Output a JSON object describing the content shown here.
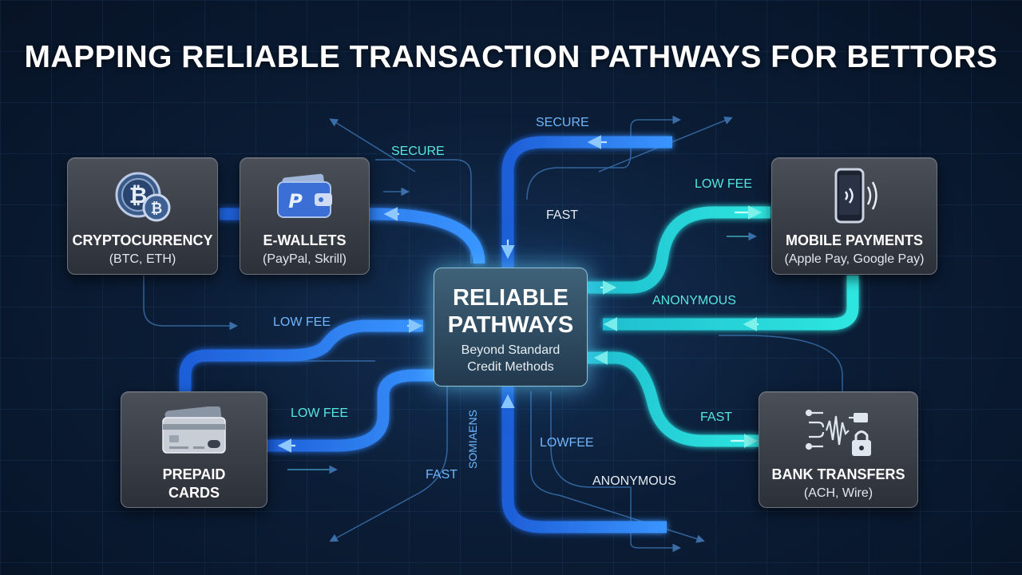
{
  "title": "MAPPING RELIABLE TRANSACTION PATHWAYS FOR BETTORS",
  "center": {
    "line1": "RELIABLE",
    "line2": "PATHWAYS",
    "line3": "Beyond Standard",
    "line4": "Credit Methods"
  },
  "methods": [
    {
      "id": "crypto",
      "name": "CRYPTOCURRENCY",
      "detail": "(BTC, ETH)",
      "icon": "bitcoin-coins-icon"
    },
    {
      "id": "ewallets",
      "name": "E-WALLETS",
      "detail": "(PayPal, Skrill)",
      "icon": "wallet-paypal-icon"
    },
    {
      "id": "mobile",
      "name": "MOBILE PAYMENTS",
      "detail": "(Apple Pay, Google Pay)",
      "icon": "smartphone-contactless-icon"
    },
    {
      "id": "prepaid",
      "name_line1": "PREPAID",
      "name_line2": "CARDS",
      "icon": "prepaid-cards-icon"
    },
    {
      "id": "bank",
      "name": "BANK TRANSFERS",
      "detail": "(ACH, Wire)",
      "icon": "bank-network-lock-icon"
    }
  ],
  "labels": {
    "secure_top": "SECURE",
    "secure_left": "SECURE",
    "fast_top": "FAST",
    "low_fee_right": "LOW FEE",
    "anonymous_right": "ANONYMOUS",
    "low_fee_left": "LOW FEE",
    "low_fee_bottom_left": "LOW FEE",
    "fast_bottom_right": "FAST",
    "somiaens": "SOMIAENS",
    "lowfee_bottom": "LOWFEE",
    "fast_bottom_left": "FAST",
    "anonymous_bottom": "ANONYMOUS"
  },
  "colors": {
    "blue_flow": "#2f7dff",
    "cyan_flow": "#22d3d8",
    "center_glow": "#8fe6ff"
  }
}
